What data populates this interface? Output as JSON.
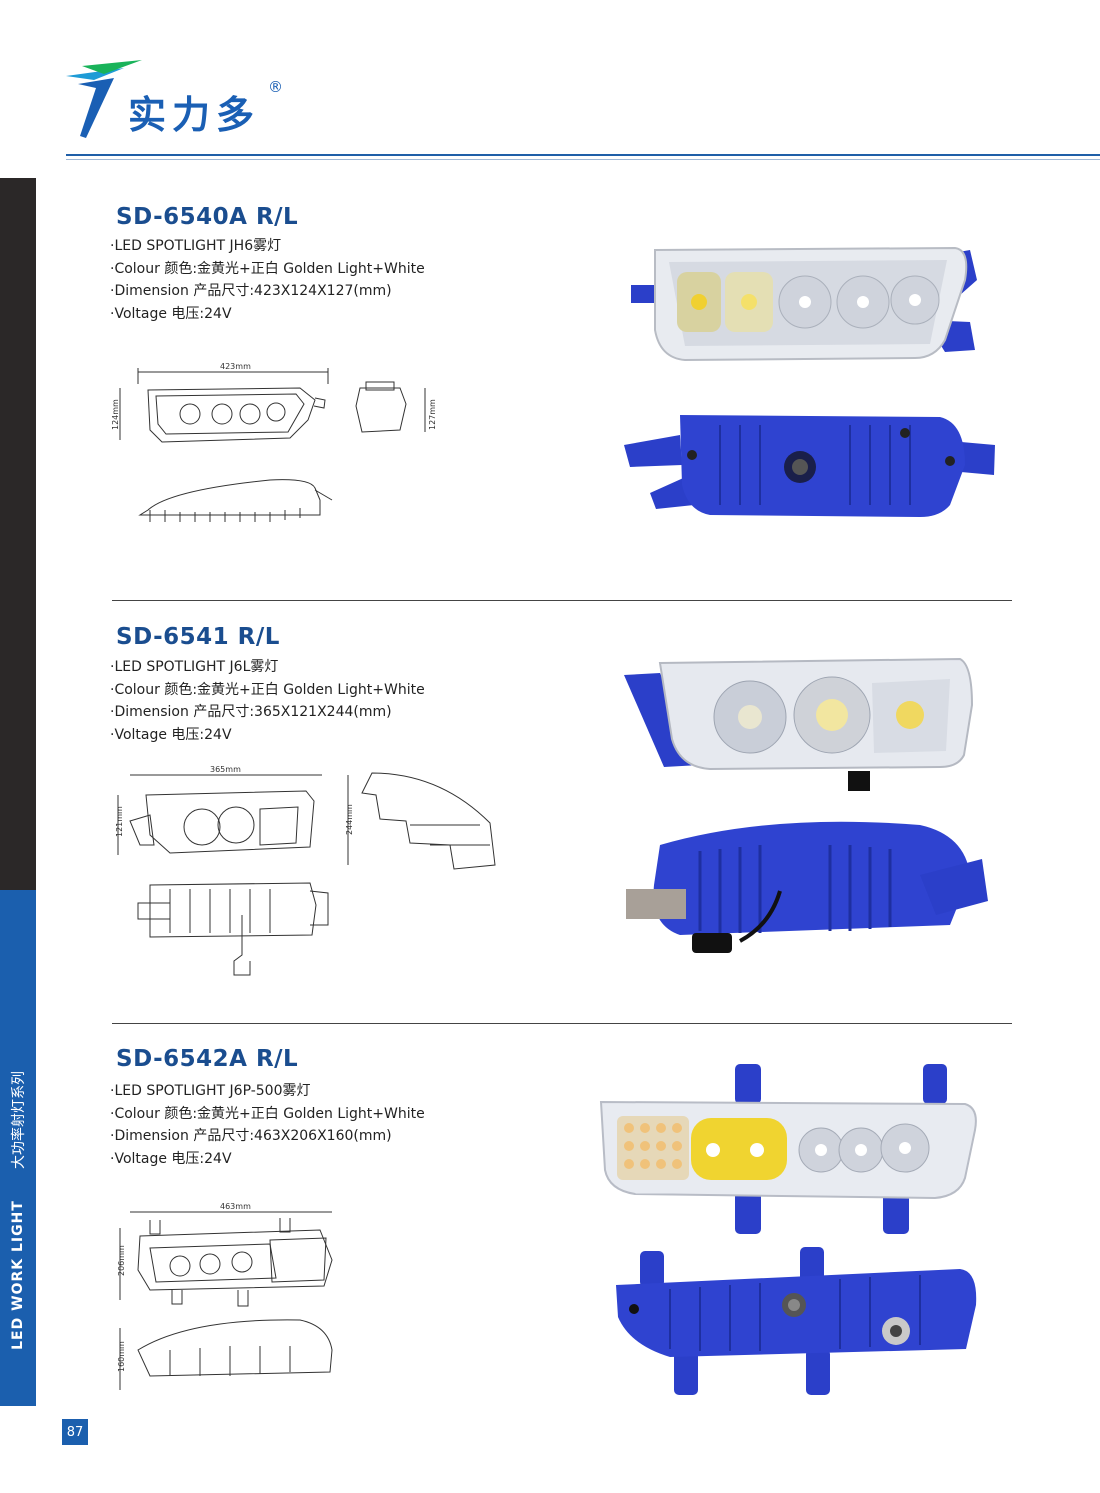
{
  "brand": {
    "name": "实力多",
    "reg": "®"
  },
  "side": {
    "label": "LED WORK LIGHT",
    "sub": "大功率射灯系列"
  },
  "page_number": "87",
  "products": [
    {
      "title": "SD-6540A R/L",
      "specs": [
        "·LED SPOTLIGHT   JH6雾灯",
        "·Colour 颜色:金黄光+正白  Golden Light+White",
        "·Dimension 产品尺寸:423X124X127(mm)",
        "·Voltage 电压:24V"
      ],
      "dims": {
        "width": "423mm",
        "height": "124mm",
        "depth": "127mm"
      }
    },
    {
      "title": "SD-6541 R/L",
      "specs": [
        "·LED SPOTLIGHT   J6L雾灯",
        "·Colour 颜色:金黄光+正白   Golden Light+White",
        "·Dimension 产品尺寸:365X121X244(mm)",
        "·Voltage 电压:24V"
      ],
      "dims": {
        "width": "365mm",
        "height": "121mm",
        "depth": "244mm"
      }
    },
    {
      "title": "SD-6542A R/L",
      "specs": [
        "·LED SPOTLIGHT   J6P-500雾灯",
        "·Colour 颜色:金黄光+正白   Golden Light+White",
        "·Dimension 产品尺寸:463X206X160(mm)",
        "·Voltage 电压:24V"
      ],
      "dims": {
        "width": "463mm",
        "height": "206mm",
        "depth": "160mm"
      }
    }
  ],
  "colors": {
    "brand_blue": "#1b5fae",
    "title_blue": "#1a4d8f",
    "housing_blue": "#2b3fc9",
    "side_dark": "#2b2828"
  }
}
